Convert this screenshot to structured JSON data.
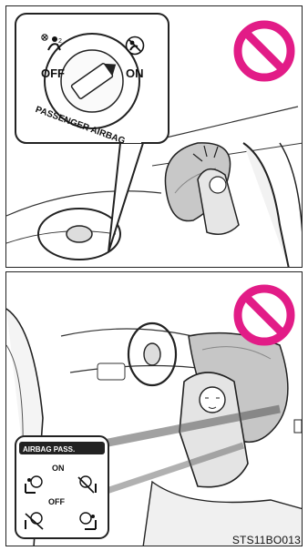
{
  "top_panel": {
    "switch_off_label": "OFF",
    "switch_on_label": "ON",
    "switch_name": "PASSENGER AIRBAG",
    "prohibition_color": "#e21c87",
    "icons": [
      "passenger-airbag-off-icon",
      "passenger-airbag-on-icon",
      "key-slot-icon",
      "prohibited-icon"
    ]
  },
  "bottom_panel": {
    "indicator_title": "AIRBAG PASS.",
    "indicator_on_label": "ON",
    "indicator_off_label": "OFF",
    "prohibition_color": "#e21c87",
    "icons": [
      "airbag-on-seat-icon",
      "airbag-off-seat-icon",
      "prohibited-icon"
    ]
  },
  "caption": "STS11BO013"
}
